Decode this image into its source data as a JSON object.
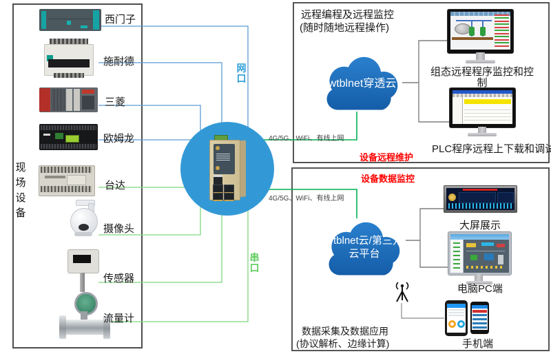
{
  "field_devices": {
    "vertical_label": "现场设备",
    "items": [
      "西门子",
      "施耐德",
      "三菱",
      "欧姆龙",
      "台达",
      "摄像头",
      "传感器",
      "流量计"
    ]
  },
  "gateway": {
    "network_port_label": "网口",
    "serial_port_label": "串口",
    "uplink_top": "4G/5G、WiFi、有线上网",
    "uplink_bottom": "4G/5G、WiFi、有线上网"
  },
  "remote_panel": {
    "title_line1": "远程编程及远程监控",
    "title_line2": "(随时随地远程操作)",
    "cloud_label": "wtblnet穿透云",
    "scada_caption": "组态远程程序监控和控制",
    "plc_caption": "PLC程序远程上下载和调试",
    "footer_red": "设备远程维护"
  },
  "data_panel": {
    "title_red": "设备数据监控",
    "cloud_label_line1": "wtblnet云/第三方",
    "cloud_label_line2": "云平台",
    "bigscreen_caption": "大屏展示",
    "pc_caption": "电脑PC端",
    "phone_caption": "手机端",
    "footer_line1": "数据采集及数据应用",
    "footer_line2": "(协议解析、边缘计算)"
  },
  "icons": {
    "cloud": "cloud-icon",
    "antenna": "signal-tower-icon"
  },
  "colors": {
    "network_line_blue": "#5b9bd5",
    "serial_line_green": "#7ed67e",
    "uplink_line_green": "#00b050",
    "cloud_blue": "#1c6fc2",
    "circle_blue": "#3399d6",
    "alert_red": "#ff0000"
  }
}
